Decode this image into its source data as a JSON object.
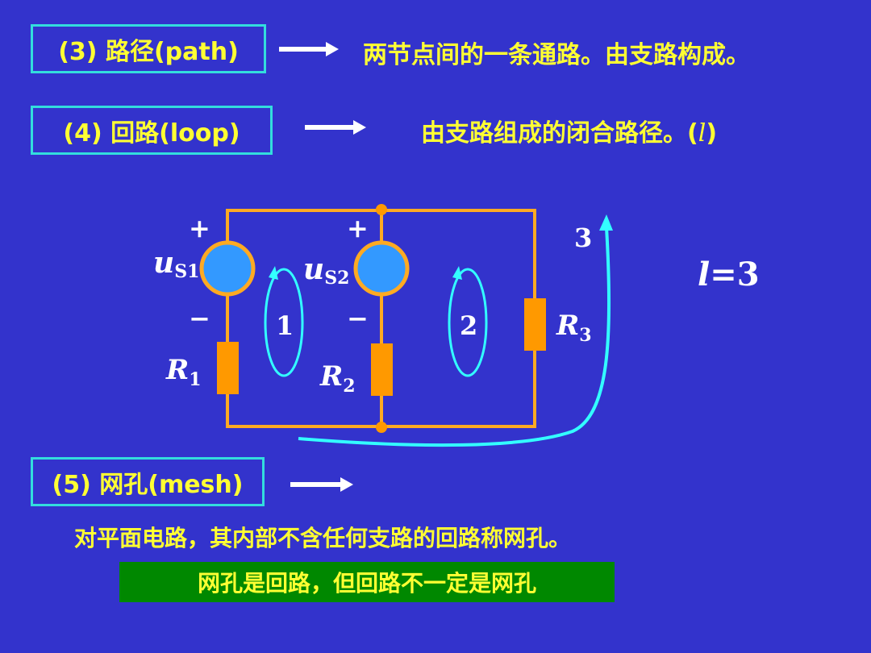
{
  "path": {
    "label": "(3) 路径(path)",
    "desc": "两节点间的一条通路。由支路构成。"
  },
  "loop": {
    "label": "(4) 回路(loop)",
    "desc": "由支路组成的闭合路径。(",
    "symbol": "l",
    "close": ")"
  },
  "circuit": {
    "us1": {
      "main": "u",
      "sub": "S1"
    },
    "us2": {
      "main": "u",
      "sub": "S2"
    },
    "r1": {
      "main": "R",
      "sub": "1"
    },
    "r2": {
      "main": "R",
      "sub": "2"
    },
    "r3": {
      "main": "R",
      "sub": "3"
    },
    "plus": "+",
    "minus": "−",
    "loop_1": "1",
    "loop_2": "2",
    "loop_3": "3",
    "loop_count": {
      "symbol": "l",
      "rest": "=3"
    }
  },
  "mesh": {
    "label": "(5) 网孔(mesh)",
    "definition": "对平面电路，其内部不含任何支路的回路称网孔。",
    "note": "网孔是回路，但回路不一定是网孔"
  },
  "colors": {
    "background": "#3333cc",
    "accent_text": "#ffff33",
    "box_border": "#33dddd",
    "wire": "#ffaa22",
    "resistor": "#ff9900",
    "source_fill": "#3399ff",
    "loop_arrow": "#33ffff",
    "note_bg": "#008800"
  }
}
